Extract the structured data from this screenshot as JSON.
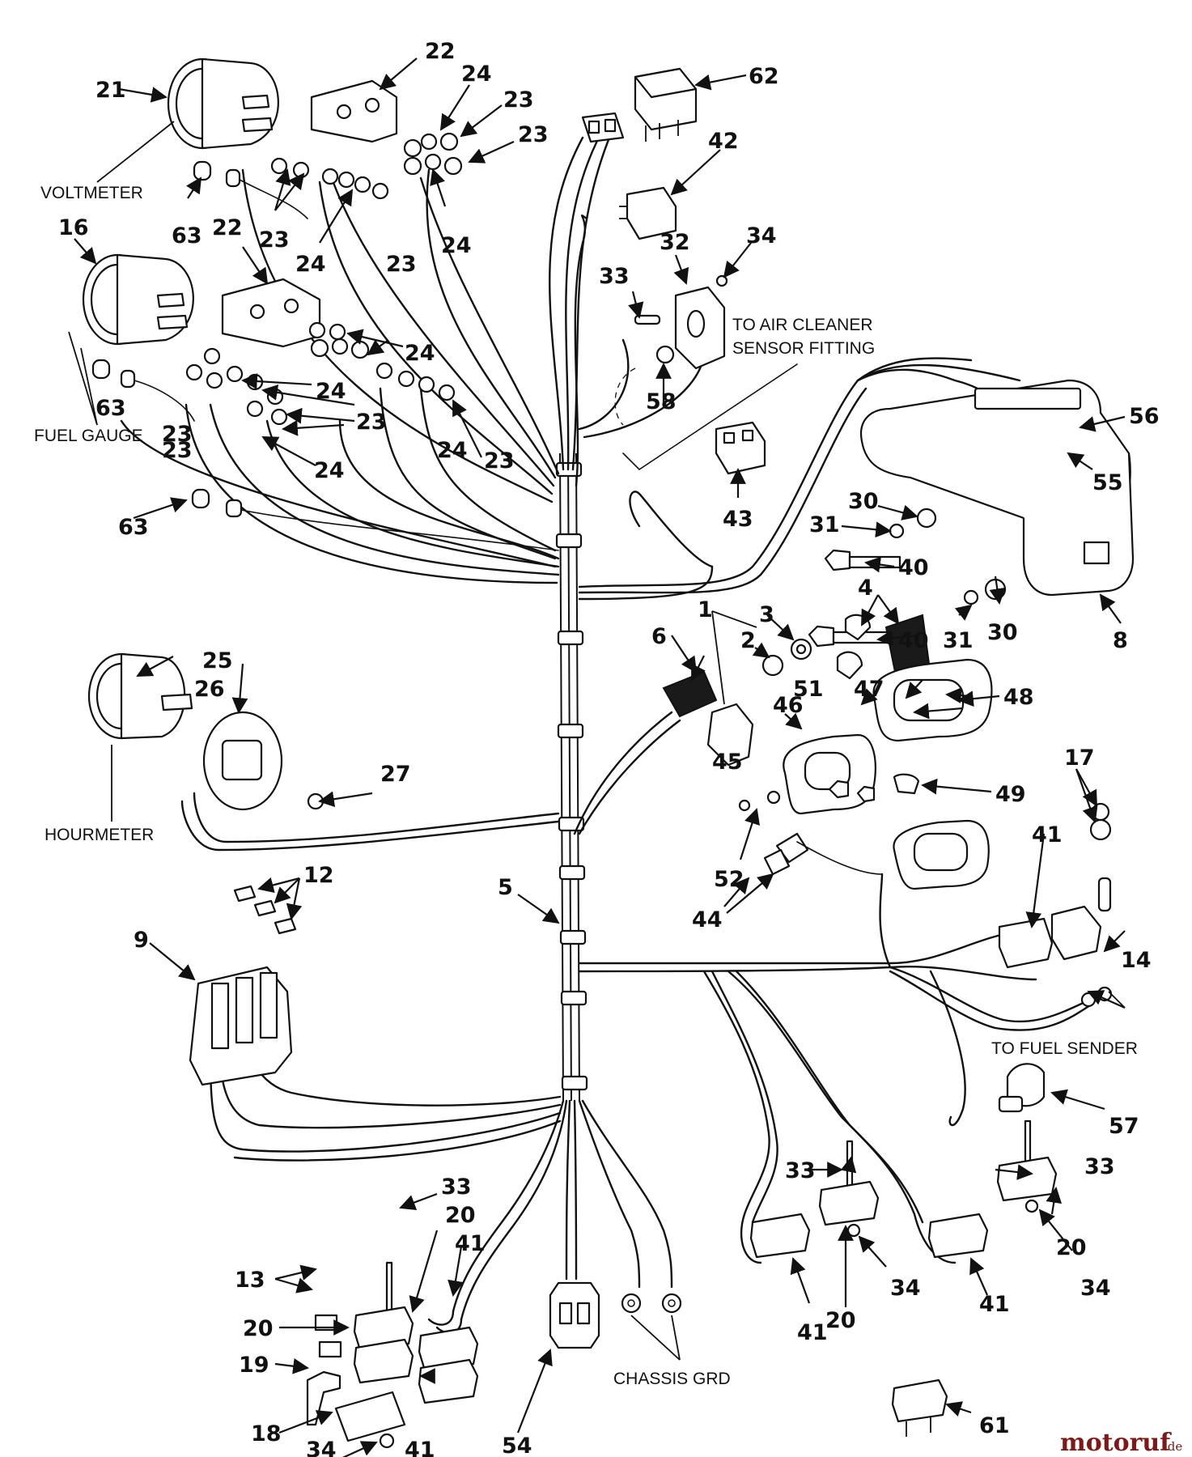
{
  "diagram": {
    "part_labels": {
      "voltmeter": "VOLTMETER",
      "fuel_gauge": "FUEL GAUGE",
      "hourmeter": "HOURMETER",
      "air_cleaner": "TO AIR CLEANER",
      "air_cleaner_2": "SENSOR FITTING",
      "fuel_sender": "TO FUEL SENDER",
      "chassis_grd": "CHASSIS GRD"
    },
    "callouts": [
      "21",
      "22",
      "24",
      "23",
      "23",
      "62",
      "42",
      "63",
      "23",
      "24",
      "23",
      "24",
      "34",
      "32",
      "33",
      "16",
      "22",
      "24",
      "24",
      "23",
      "23",
      "24",
      "24",
      "23",
      "58",
      "56",
      "63",
      "23",
      "55",
      "30",
      "31",
      "43",
      "40",
      "63",
      "3",
      "1",
      "2",
      "4",
      "40",
      "31",
      "30",
      "8",
      "25",
      "26",
      "6",
      "51",
      "47",
      "48",
      "46",
      "45",
      "27",
      "49",
      "17",
      "52",
      "41",
      "44",
      "14",
      "5",
      "12",
      "9",
      "57",
      "33",
      "20",
      "41",
      "13",
      "20",
      "19",
      "18",
      "34",
      "41",
      "54",
      "33",
      "20",
      "34",
      "41",
      "34",
      "41",
      "20",
      "33",
      "61"
    ],
    "watermark": {
      "brand": "motoruf",
      "suffix": ".de"
    }
  }
}
